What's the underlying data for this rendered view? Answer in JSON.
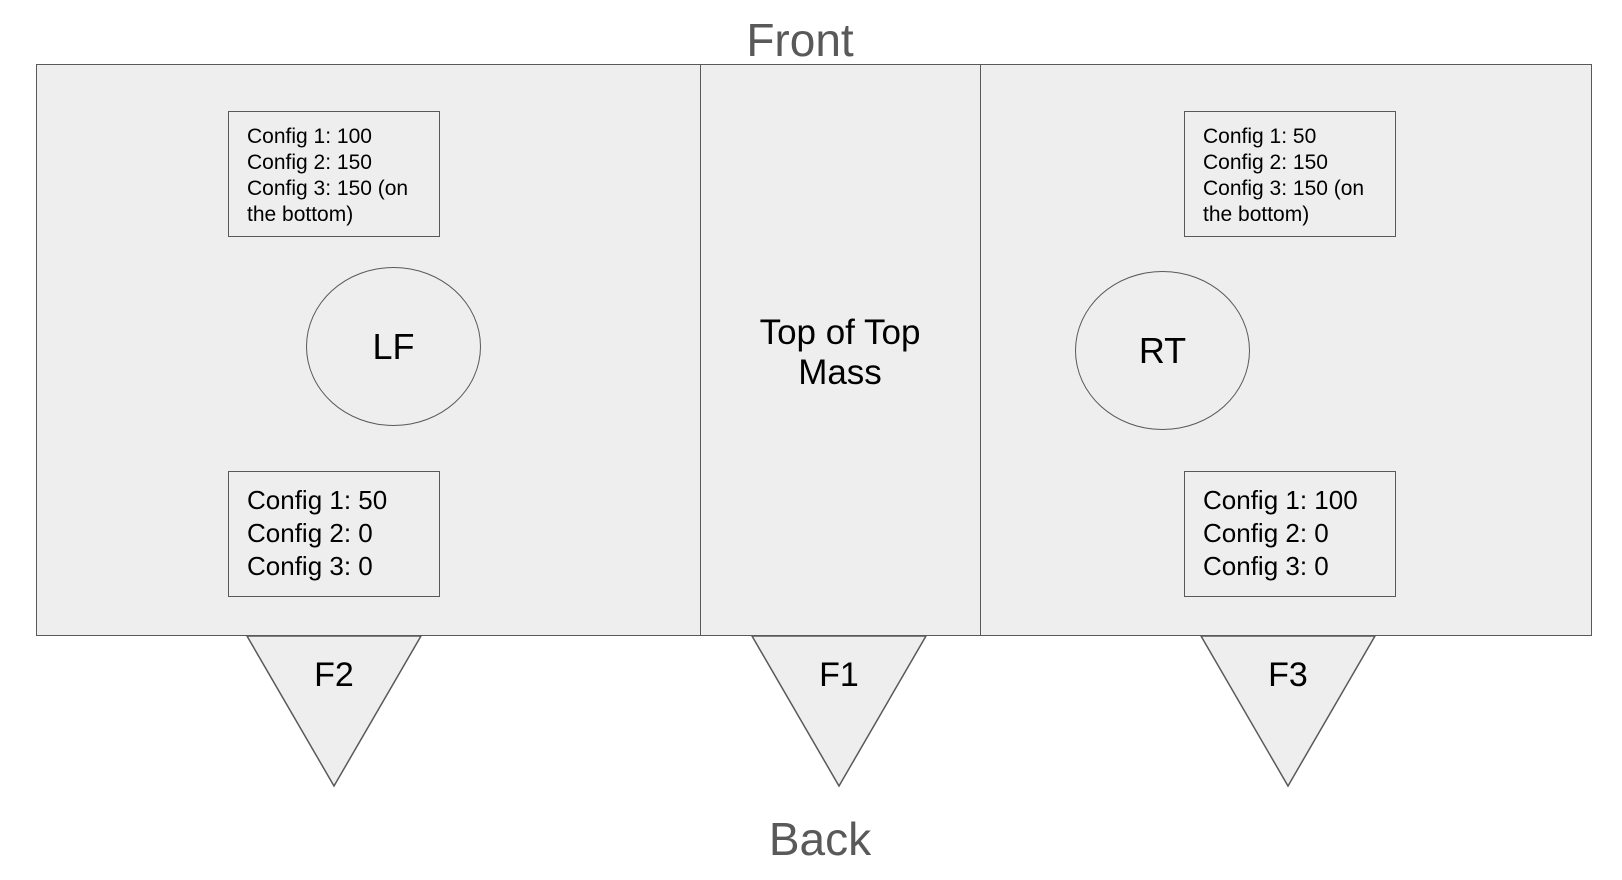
{
  "labels": {
    "front": "Front",
    "back": "Back"
  },
  "left": {
    "top_config": [
      "Config 1: 100",
      "Config 2: 150",
      "Config 3: 150 (on the bottom)"
    ],
    "circle_label": "LF",
    "bottom_config": [
      "Config 1: 50",
      "Config 2: 0",
      "Config 3: 0"
    ]
  },
  "center": {
    "label": "Top of Top Mass"
  },
  "right": {
    "top_config": [
      "Config 1: 50",
      "Config 2: 150",
      "Config 3: 150 (on the bottom)"
    ],
    "circle_label": "RT",
    "bottom_config": [
      "Config 1: 100",
      "Config 2: 0",
      "Config 3: 0"
    ]
  },
  "feet": {
    "left": "F2",
    "center": "F1",
    "right": "F3"
  },
  "colors": {
    "fill": "#eeeeee",
    "stroke": "#595959",
    "label_text": "#595959",
    "text": "#000000"
  }
}
